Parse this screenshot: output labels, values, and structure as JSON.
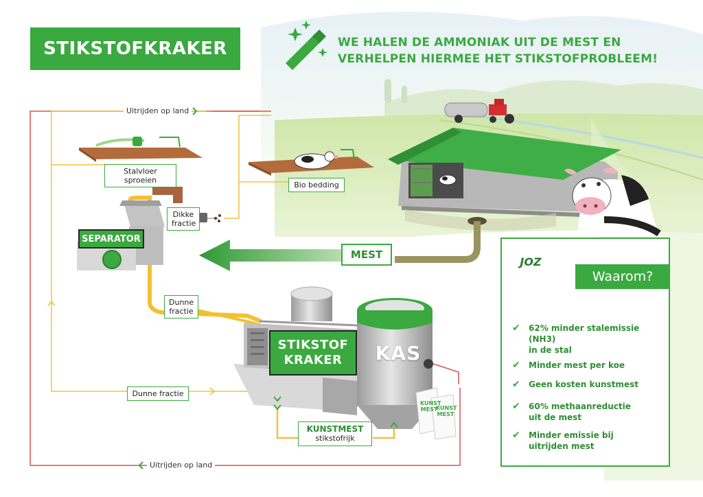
{
  "title": "STIKSTOFKRAKER",
  "headline": {
    "line1": "WE HALEN DE AMMONIAK UIT DE MEST EN",
    "line2": "VERHELPEN HIERMEE HET STIKSTOFPROBLEEM!"
  },
  "flow": {
    "uitrijden_top": "Uitrijden op land",
    "uitrijden_bottom": "Uitrijden op land",
    "dunne_fractie_bottom": "Dunne fractie"
  },
  "labels": {
    "stalvloer": "Stalvloer sproeien",
    "bio_bedding": "Bio bedding",
    "dikke_fractie": [
      "Dikke",
      "fractie"
    ],
    "separator": "SEPARATOR",
    "mest": "MEST",
    "dunne_fractie": [
      "Dunne",
      "fractie"
    ],
    "kraker": [
      "STIKSTOF",
      "KRAKER"
    ],
    "kas": "KAS",
    "kunstmest": "KUNSTMEST",
    "stikstofvrij": "stikstofrijk",
    "bag1": [
      "KUNST",
      "MEST"
    ],
    "bag2": [
      "KUNST",
      "MEST"
    ]
  },
  "waarom": {
    "logo": "JOZ",
    "heading": "Waarom?",
    "items": [
      [
        "62% minder stalemissie (NH3)",
        "in de stal"
      ],
      [
        "Minder mest per koe"
      ],
      [
        "Geen kosten kunstmest"
      ],
      [
        "60% methaanreductie",
        "uit de mest"
      ],
      [
        "Minder emissie bij",
        "uitrijden mest"
      ]
    ]
  },
  "colors": {
    "green": "#3aa93f",
    "dark_green": "#2e8e33",
    "red_line": "#d9534f",
    "yellow_line": "#f0c040",
    "roof": "#3fae46"
  },
  "icons": [
    "magic-wand-icon",
    "check-icon",
    "chevron-right-icon",
    "chevron-left-icon",
    "arrow-down-icon",
    "arrow-up-icon"
  ]
}
